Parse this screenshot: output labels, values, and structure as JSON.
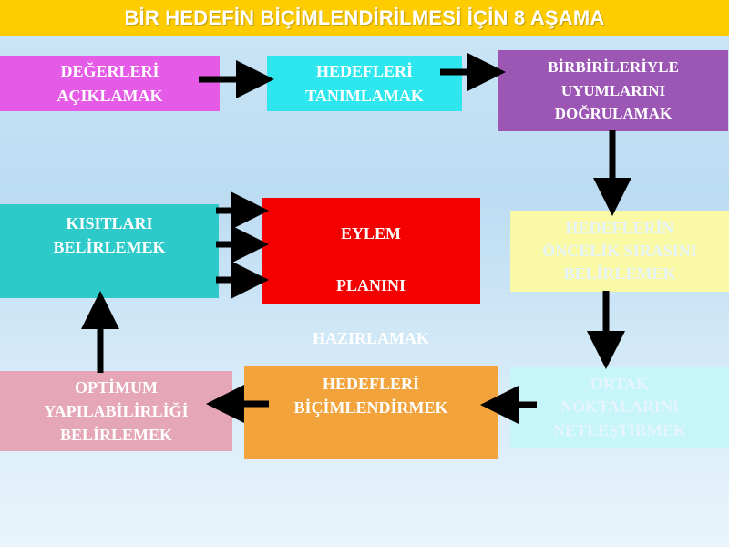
{
  "title": "BİR HEDEFİN BİÇİMLENDİRİLMESİ İÇİN 8 AŞAMA",
  "steps": {
    "degerleri": "DEĞERLERİ\nAÇIKLAMAK",
    "hedefleri_tanimlamak": "HEDEFLERİ\nTANIMLAMAK",
    "birbirileriyle": "BİRBİRİLERİYLE\nUYUMLARINI\nDOĞRULAMAK",
    "kisitlari": "KISITLARI\nBELİRLEMEK",
    "eylem": [
      "EYLEM",
      "PLANINI",
      "HAZIRLAMAK"
    ],
    "oncelik": "HEDEFLERİN\nÖNCELİK SIRASINI\nBELİRLEMEK",
    "optimum": "OPTİMUM\nYAPILABİLİRLİĞİ\nBELİRLEMEK",
    "bicimlendirmek": "HEDEFLERİ\nBİÇİMLENDİRMEK",
    "ortak": "ORTAK\nNOKTALARINI\nNETLEŞTİRMEK"
  },
  "colors": {
    "title_bg": "#ffcc00",
    "magenta": "#e55ae6",
    "cyan": "#2ee6ee",
    "purple": "#9b57b3",
    "teal": "#2ec9c9",
    "red": "#f40000",
    "yellow": "#f9f9a6",
    "pink": "#e5a6b8",
    "orange": "#f2a33c",
    "light_cyan": "#c6f6fa",
    "arrow": "#000000"
  }
}
